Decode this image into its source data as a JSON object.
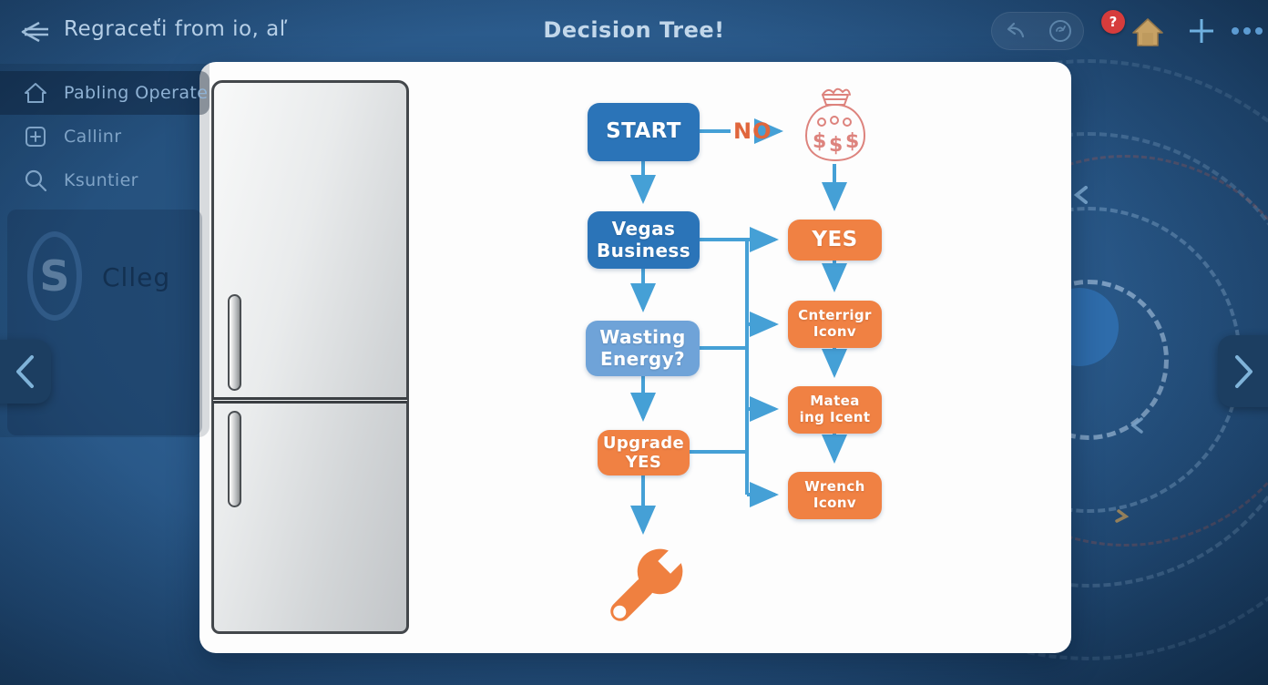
{
  "header": {
    "nav_label": "Regraceťi from io, aľ",
    "title": "Decision Tree!",
    "toolbar": {
      "help_badge": "?"
    }
  },
  "sidebar": {
    "items": [
      {
        "icon": "home-icon",
        "label": "Pabling Operate",
        "active": true
      },
      {
        "icon": "plus-square-icon",
        "label": "Callinr",
        "active": false
      },
      {
        "icon": "search-icon",
        "label": "Ksuntier",
        "active": false
      }
    ],
    "logo": {
      "letter": "S",
      "label": "Clleg"
    }
  },
  "flowchart": {
    "nodes": {
      "start": "START",
      "vegas": "Vegas Business",
      "wasting": "Wasting Energy?",
      "upgrade": "Upgrade YES",
      "yes": "YES",
      "branch_top": "Cnterrigr Iconv",
      "branch_mid": "Matea ing Icent",
      "branch_bottom": "Wrench Iconv"
    },
    "edge_label_no": "NO",
    "icons": {
      "money_bag": "money-bag-icon",
      "wrench": "wrench-icon"
    }
  },
  "colors": {
    "background": "#2b5b8c",
    "node_blue": "#2b74b8",
    "node_light_blue": "#6fa3d8",
    "node_orange": "#f08143",
    "arrow_blue": "#45a0d6",
    "no_label": "#e0663c",
    "badge_red": "#d63c3c",
    "home_gold": "#c7a265",
    "money_bag_stroke": "#dd837d"
  }
}
